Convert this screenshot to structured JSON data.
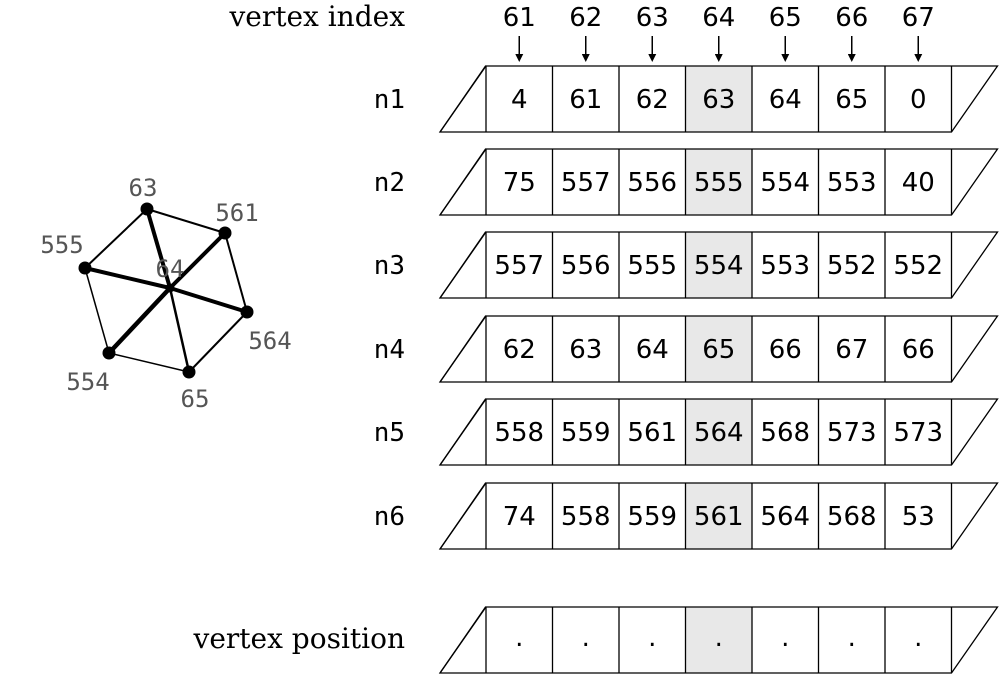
{
  "labels": {
    "vertex_index": "vertex index",
    "vertex_position": "vertex position"
  },
  "colors": {
    "ink": "#000000",
    "highlight": "#e8e8e8",
    "node_label": "#555555"
  },
  "vertex_indices": [
    "61",
    "62",
    "63",
    "64",
    "65",
    "66",
    "67"
  ],
  "highlight_column": 3,
  "rows": [
    {
      "label": "n1",
      "values": [
        "4",
        "61",
        "62",
        "63",
        "64",
        "65",
        "0"
      ]
    },
    {
      "label": "n2",
      "values": [
        "75",
        "557",
        "556",
        "555",
        "554",
        "553",
        "40"
      ]
    },
    {
      "label": "n3",
      "values": [
        "557",
        "556",
        "555",
        "554",
        "553",
        "552",
        "552"
      ]
    },
    {
      "label": "n4",
      "values": [
        "62",
        "63",
        "64",
        "65",
        "66",
        "67",
        "66"
      ]
    },
    {
      "label": "n5",
      "values": [
        "558",
        "559",
        "561",
        "564",
        "568",
        "573",
        "573"
      ]
    },
    {
      "label": "n6",
      "values": [
        "74",
        "558",
        "559",
        "561",
        "564",
        "568",
        "53"
      ]
    }
  ],
  "position_row": {
    "values": [
      ".",
      ".",
      ".",
      ".",
      ".",
      ".",
      "."
    ]
  },
  "graph": {
    "center": "64",
    "nodes": [
      "63",
      "561",
      "555",
      "564",
      "554",
      "65",
      "64"
    ],
    "ring_edges": [
      [
        "63",
        "561"
      ],
      [
        "561",
        "564"
      ],
      [
        "564",
        "65"
      ],
      [
        "65",
        "554"
      ],
      [
        "554",
        "555"
      ],
      [
        "555",
        "63"
      ]
    ],
    "spoke_edges": [
      [
        "64",
        "63"
      ],
      [
        "64",
        "561"
      ],
      [
        "64",
        "555"
      ],
      [
        "64",
        "564"
      ],
      [
        "64",
        "554"
      ],
      [
        "64",
        "65"
      ]
    ]
  }
}
